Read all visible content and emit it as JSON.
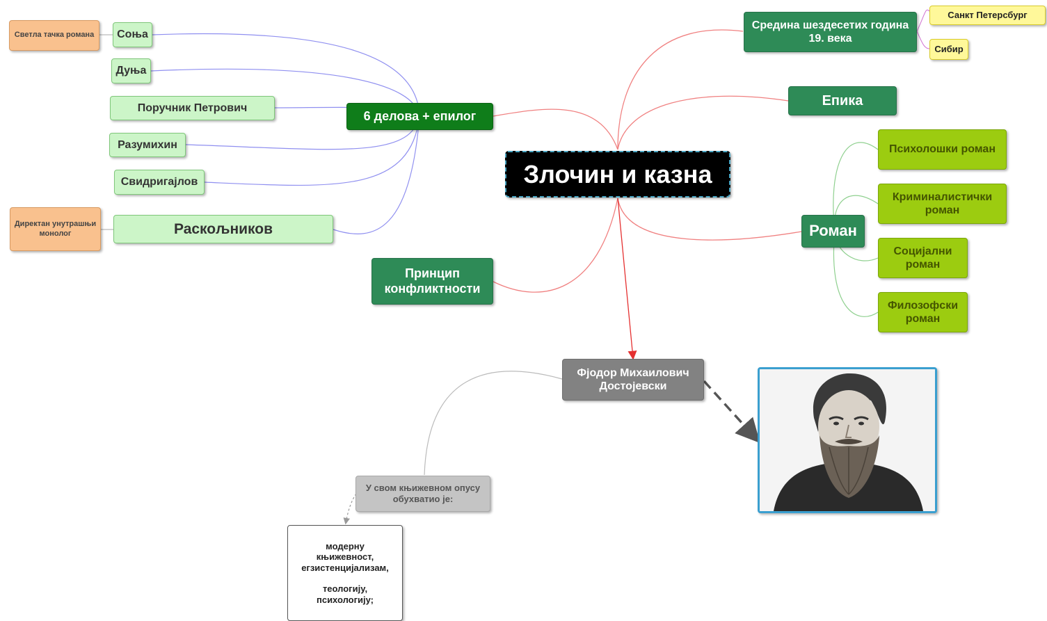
{
  "root": {
    "label": "Злочин и казна"
  },
  "setting": {
    "label": "Средина шездесетих година 19. века",
    "places": [
      "Санкт Петерсбург",
      "Сибир"
    ]
  },
  "epika": {
    "label": "Епика"
  },
  "roman": {
    "label": "Роман",
    "types": [
      "Психолошки роман",
      "Криминалистички роман",
      "Социјални роман",
      "Филозофски роман"
    ]
  },
  "parts": {
    "label": "6 делова + епилог",
    "characters": [
      "Соња",
      "Дуња",
      "Поручник Петрович",
      "Разумихин",
      "Свидригајлов",
      "Раскољников"
    ],
    "notes": {
      "sonja": "Светла тачка романа",
      "raskolnikov": "Директан унутрашњи монолог"
    }
  },
  "conflict": {
    "label": "Принцип конфликтности"
  },
  "author": {
    "label": "Фјодор Михаилович Достојевски",
    "scope_label": "У свом књижевном опусу обухватио је:",
    "scope_list": [
      "модерну",
      "књижевност,",
      "егзистенцијализам,",
      "",
      "теологију,",
      "психологију;"
    ]
  },
  "colors": {
    "root_bg": "#000000",
    "main_branch": "#2e8b57",
    "parts_branch": "#0f7d1a",
    "character": "#ccf5c8",
    "note": "#f9c18e",
    "place": "#fff89a",
    "novel_type": "#9ccc10",
    "author": "#828282",
    "link_red": "#f08080",
    "link_blue": "#8f8ff0",
    "link_green": "#8fd08f",
    "portrait_frame": "#3a9fd0"
  }
}
